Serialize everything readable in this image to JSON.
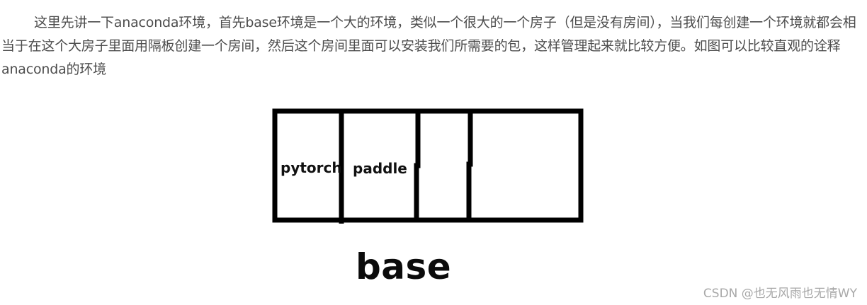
{
  "article": {
    "paragraph": "这里先讲一下anaconda环境，首先base环境是一个大的环境，类似一个很大的一个房子（但是没有房间），当我们每创建一个环境就都会相当于在这个大房子里面用隔板创建一个房间，然后这个房间里面可以安装我们所需要的包，这样管理起来就比较方便。如图可以比较直观的诠释anaconda的环境"
  },
  "figure": {
    "rooms": [
      "pytorch",
      "paddle",
      "",
      ""
    ],
    "house_label": "base"
  },
  "watermark": "CSDN @也无风雨也无情WY"
}
